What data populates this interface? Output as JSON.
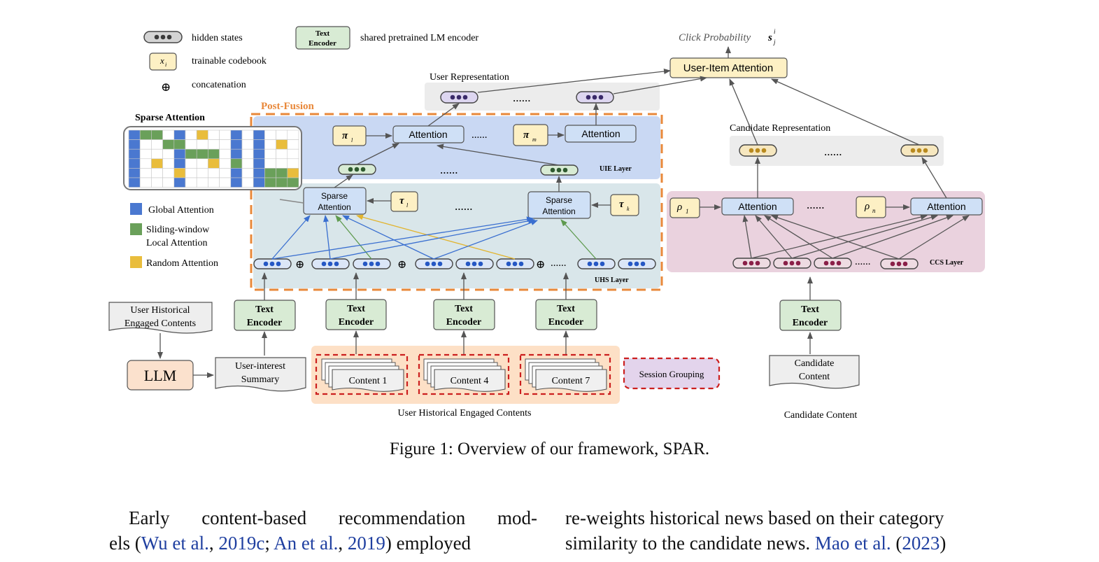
{
  "legend": {
    "hidden_states": "hidden states",
    "text_encoder_box": "Text\nEncoder",
    "shared_encoder": "shared pretrained LM encoder",
    "codebook_symbol": "x",
    "codebook_sub": "i",
    "trainable_codebook": "trainable codebook",
    "concat_symbol": "⊕",
    "concatenation": "concatenation"
  },
  "sparse_attention": {
    "title": "Sparse Attention",
    "global": "Global Attention",
    "sliding_1": "Sliding-window",
    "sliding_2": "Local Attention",
    "random": "Random Attention"
  },
  "top": {
    "click_probability": "Click Probability ",
    "prob_symbol": "s",
    "prob_sub": "j",
    "prob_sup": "i",
    "user_item_attention": "User-Item Attention",
    "user_representation": "User Representation",
    "candidate_representation": "Candidate Representation",
    "ellipsis": "......"
  },
  "post_fusion": "Post-Fusion",
  "uie": {
    "layer": "UIE Layer",
    "attention": "Attention",
    "pi": "π",
    "pi_1_sub": "l",
    "pi_m_sub": "m"
  },
  "uhs": {
    "layer": "UHS Layer",
    "sparse_1": "Sparse",
    "sparse_2": "Attention",
    "tau": "τ",
    "tau_1_sub": "l",
    "tau_k_sub": "k"
  },
  "ccs": {
    "layer": "CCS Layer",
    "attention": "Attention",
    "rho": "ρ",
    "rho_1_sub": "1",
    "rho_n_sub": "n"
  },
  "bottom": {
    "user_hist_1": "User Historical",
    "user_hist_2": "Engaged Contents",
    "llm": "LLM",
    "summary_1": "User-interest",
    "summary_2": "Summary",
    "text": "Text",
    "encoder": "Encoder",
    "content_1": "Content 1",
    "content_4": "Content 4",
    "content_7": "Content 7",
    "session_grouping": "Session Grouping",
    "user_hist_engaged": "User Historical Engaged Contents",
    "candidate_1": "Candidate",
    "candidate_2": "Content",
    "candidate_content": "Candidate Content"
  },
  "caption": "Figure 1: Overview of our framework, SPAR.",
  "body_left": {
    "line1": "Early content-based recommendation mod-",
    "line2_a": "els (",
    "cite_1": "Wu et al.",
    "sep_1": ", ",
    "cite_1_year": "2019c",
    "sep_2": "; ",
    "cite_2": "An et al.",
    "sep_3": ", ",
    "cite_2_year": "2019",
    "line2_b": ") employed"
  },
  "body_right": {
    "line1": "re-weights historical news based on their category",
    "line2_a": "similarity to the candidate news. ",
    "cite_3": "Mao et al.",
    "line2_b": " (",
    "cite_3_year": "2023",
    "line2_c": ")"
  },
  "colors": {
    "uie_bg": "#c9d8f3",
    "uhs_bg": "#d9e6ea",
    "ccs_bg": "#ead2de",
    "post_fusion": "#e8883a",
    "global": "#4a78d0",
    "sliding": "#6aa05a",
    "random": "#e9bd3c",
    "session": "#cc1f1f",
    "orange_bg": "#fde0c6"
  }
}
